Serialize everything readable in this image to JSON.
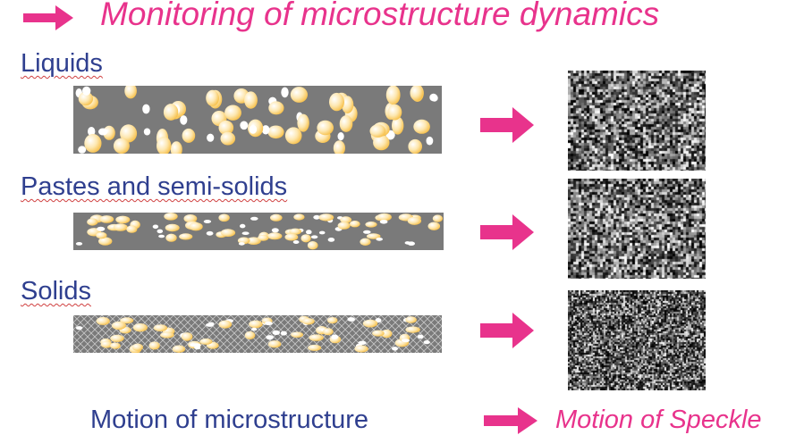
{
  "title": "Monitoring of microstructure dynamics",
  "colors": {
    "accent": "#e8338c",
    "label": "#2f3f8f",
    "strip_bg": "#7a7a7a",
    "particle_light": "#ffffff",
    "particle_warm": "#f7c04a"
  },
  "icons": [
    "arrow-right-icon"
  ],
  "rows": [
    {
      "label": "Liquids"
    },
    {
      "label": "Pastes and semi-solids"
    },
    {
      "label": "Solids"
    }
  ],
  "footer": {
    "left": "Motion of microstructure",
    "right": "Motion of Speckle"
  }
}
